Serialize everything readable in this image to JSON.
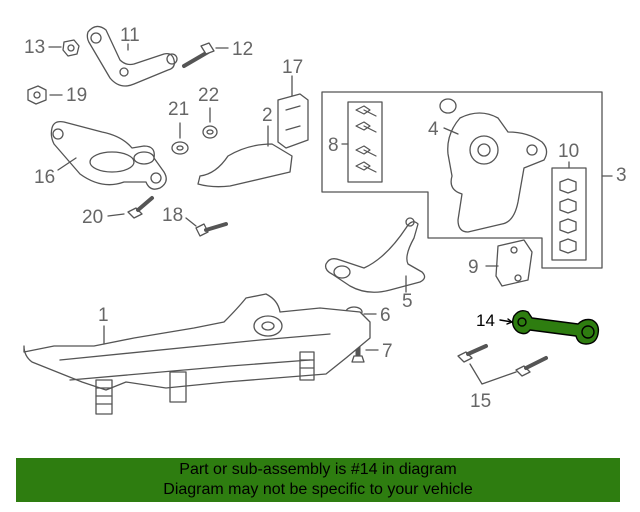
{
  "callouts": {
    "c1": "1",
    "c2": "2",
    "c3": "3",
    "c4": "4",
    "c5": "5",
    "c6": "6",
    "c7": "7",
    "c8": "8",
    "c9": "9",
    "c10": "10",
    "c11": "11",
    "c12": "12",
    "c13": "13",
    "c14": "14",
    "c15": "15",
    "c16": "16",
    "c17": "17",
    "c18": "18",
    "c19": "19",
    "c20": "20",
    "c21": "21",
    "c22": "22"
  },
  "banner": {
    "line1": "Part or sub-assembly is #14 in diagram",
    "line2": "Diagram may not be specific to your vehicle"
  },
  "colors": {
    "line": "#555555",
    "highlight": "#2e7d10",
    "banner_bg": "#2e7d10"
  }
}
